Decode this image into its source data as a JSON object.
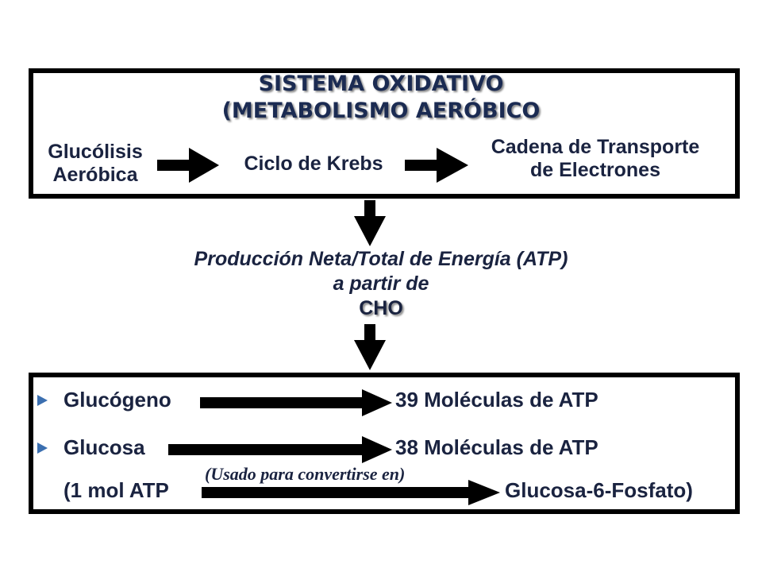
{
  "oxidative": {
    "title_line1": "SISTEMA OXIDATIVO",
    "title_line2": "(METABOLISMO AERÓBICO",
    "step1_line1": "Glucólisis",
    "step1_line2": "Aeróbica",
    "step2": "Ciclo de Krebs",
    "step3_line1": "Cadena de Transporte",
    "step3_line2": "de Electrones"
  },
  "production": {
    "line1": "Producción Neta/Total de Energía (ATP)",
    "line2": "a partir de",
    "source": "CHO"
  },
  "results": {
    "row1_from": "Glucógeno",
    "row1_to": "39 Moléculas de ATP",
    "row2_from": "Glucosa",
    "row2_to": "38 Moléculas de ATP",
    "row3_from": "(1 mol ATP",
    "row3_note": "(Usado para convertirse en)",
    "row3_to": "Glucosa-6-Fosfato)"
  },
  "colors": {
    "text": "#1a2340",
    "bullet": "#3b6fb0",
    "arrow": "#000000"
  },
  "icons": {
    "bullet": "triangle-bullet-icon",
    "arrow": "arrow-right-icon"
  }
}
